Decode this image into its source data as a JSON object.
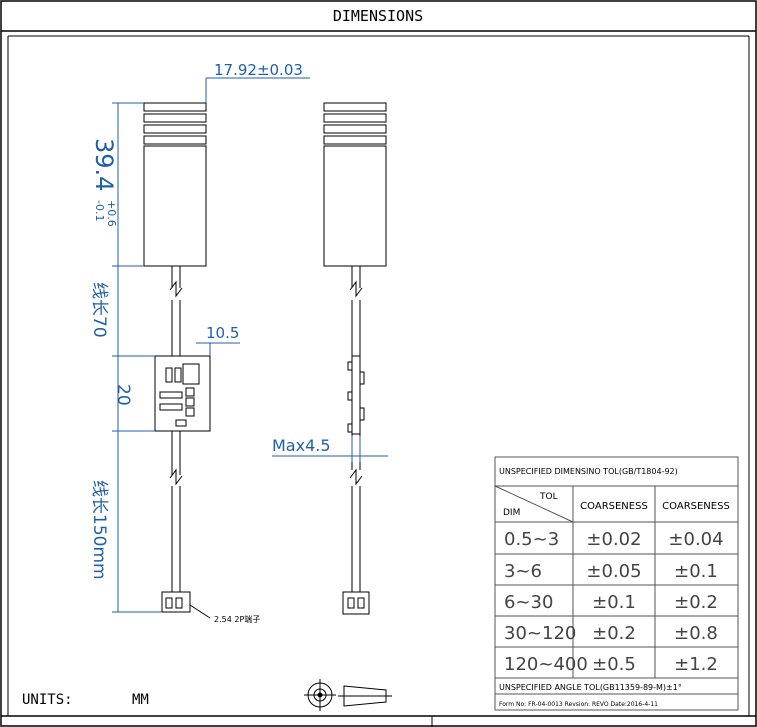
{
  "header": {
    "title": "DIMENSIONS"
  },
  "colors": {
    "line": "#000000",
    "dimension_text": "#1f5fa8",
    "background": "#ffffff"
  },
  "dimensions": {
    "cap_diameter": "17.92±0.03",
    "body_length_main": "39.4",
    "body_length_tol_upper": "+0.6",
    "body_length_tol_lower": "-0.1",
    "wire_length_top": "线长70",
    "module_width": "10.5",
    "module_height": "20",
    "max_thickness": "Max4.5",
    "wire_length_bottom": "线长150mm",
    "connector_note": "2.54 2P端子"
  },
  "tolerance_table": {
    "title": "UNSPECIFIED DIMENSINO TOL(GB/T1804-92)",
    "header_tol": "TOL",
    "header_dim": "DIM",
    "header_col1": "COARSENESS",
    "header_col2": "COARSENESS",
    "rows": [
      {
        "dim": "0.5~3",
        "c1": "±0.02",
        "c2": "±0.04"
      },
      {
        "dim": "3~6",
        "c1": "±0.05",
        "c2": "±0.1"
      },
      {
        "dim": "6~30",
        "c1": "±0.1",
        "c2": "±0.2"
      },
      {
        "dim": "30~120",
        "c1": "±0.2",
        "c2": "±0.8"
      },
      {
        "dim": "120~400",
        "c1": "±0.5",
        "c2": "±1.2"
      }
    ],
    "angle_note": "UNSPECIFIED ANGLE TOL(GB11359-89-M)±1°",
    "form_note": "Form No: FR-04-0013 Revsion: REVO Date:2016-4-11"
  },
  "footer": {
    "units_label": "UNITS:",
    "units_value": "MM"
  },
  "icons": [
    "projection-circle-icon",
    "projection-cone-icon"
  ]
}
